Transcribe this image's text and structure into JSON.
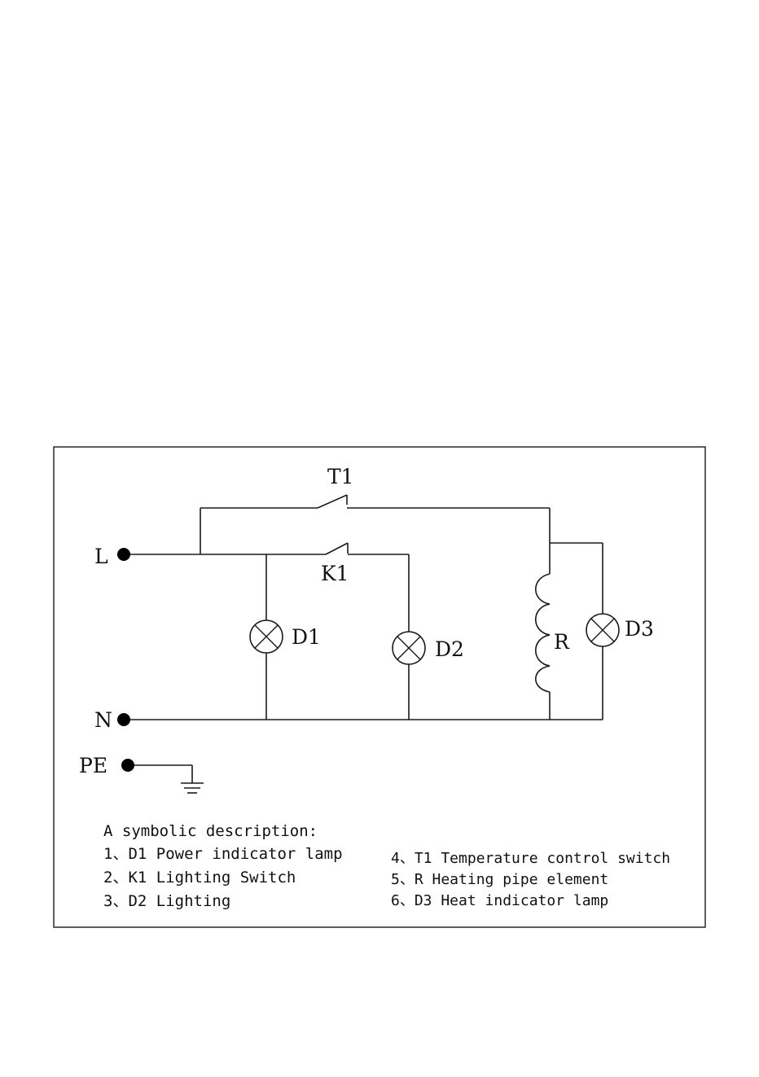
{
  "terminals": {
    "live": "L",
    "neutral": "N",
    "earth": "PE"
  },
  "components": {
    "t1": "T1",
    "k1": "K1",
    "d1": "D1",
    "d2": "D2",
    "r": "R",
    "d3": "D3"
  },
  "legend": {
    "title": "A symbolic description:",
    "items": [
      "1、D1 Power indicator lamp",
      "2、K1 Lighting Switch",
      "3、D2 Lighting",
      "4、T1 Temperature control switch",
      "5、R Heating pipe element",
      "6、D3 Heat indicator lamp"
    ]
  }
}
